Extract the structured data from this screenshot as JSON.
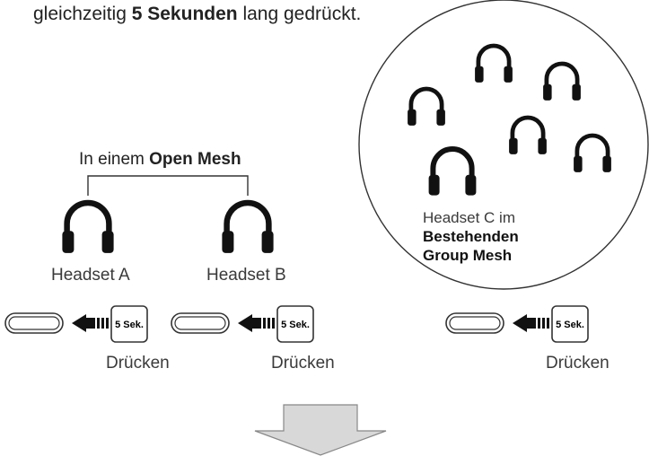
{
  "intro": {
    "prefix": "gleichzeitig ",
    "bold": "5 Sekunden",
    "suffix": " lang gedrückt."
  },
  "open_mesh": {
    "prefix": "In einem ",
    "bold": "Open Mesh"
  },
  "headset_a": {
    "label": "Headset A"
  },
  "headset_b": {
    "label": "Headset B"
  },
  "headset_c": {
    "line1": "Headset C im",
    "line2": "Bestehenden",
    "line3": "Group Mesh"
  },
  "button_badge": {
    "label": "5 Sek."
  },
  "press_label": "Drücken",
  "colors": {
    "icon": "#111111",
    "line": "#333333",
    "arrow_fill": "#d8d8d8",
    "arrow_stroke": "#888888"
  }
}
